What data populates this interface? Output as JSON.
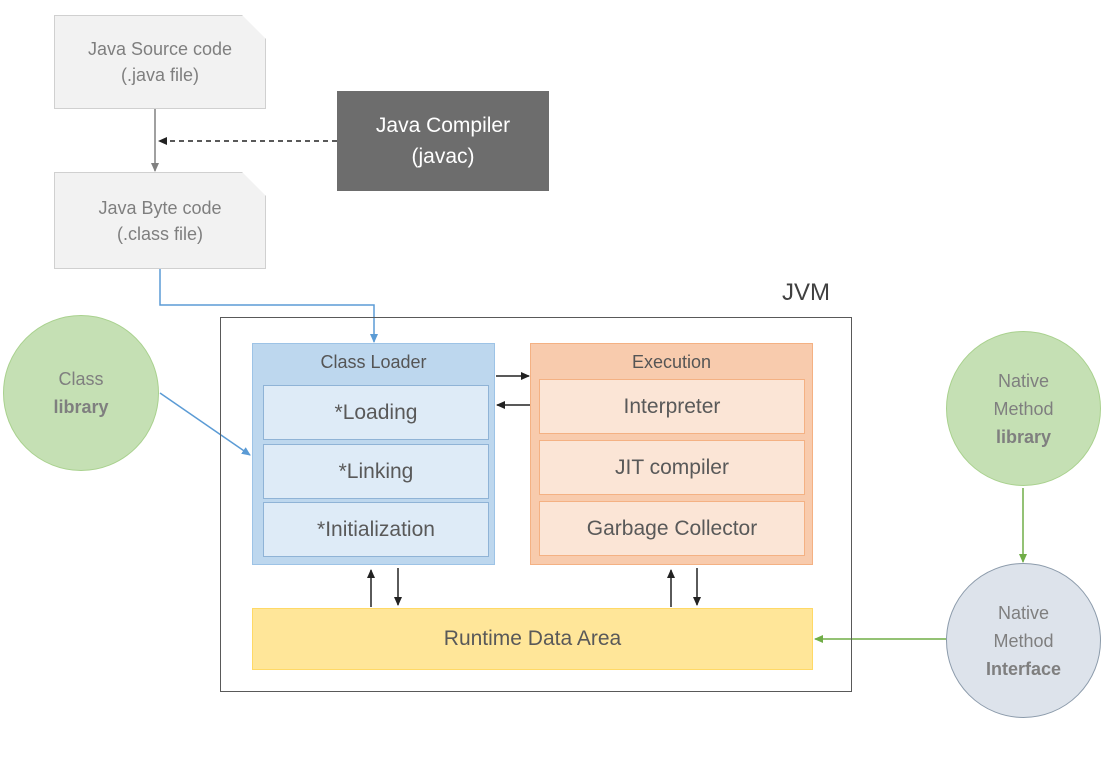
{
  "source_doc": {
    "line1": "Java Source code",
    "line2": "(.java file)"
  },
  "bytecode_doc": {
    "line1": "Java Byte code",
    "line2": "(.class file)"
  },
  "compiler": {
    "line1": "Java Compiler",
    "line2": "(javac)"
  },
  "jvm": {
    "label": "JVM",
    "class_loader": {
      "title": "Class Loader",
      "steps": [
        "*Loading",
        "*Linking",
        "*Initialization"
      ]
    },
    "execution": {
      "title": "Execution",
      "steps": [
        "Interpreter",
        "JIT compiler",
        "Garbage Collector"
      ]
    },
    "runtime_data_area": "Runtime Data Area"
  },
  "class_library": {
    "line1": "Class",
    "line2": "library"
  },
  "native_method_library": {
    "line1": "Native",
    "line2": "Method",
    "line3": "library"
  },
  "native_method_interface": {
    "line1": "Native",
    "line2": "Method",
    "line3": "Interface"
  },
  "colors": {
    "blue_connector": "#5b9bd5",
    "green_connector": "#70ad47",
    "gray_connector": "#808080",
    "black_connector": "#222222"
  }
}
